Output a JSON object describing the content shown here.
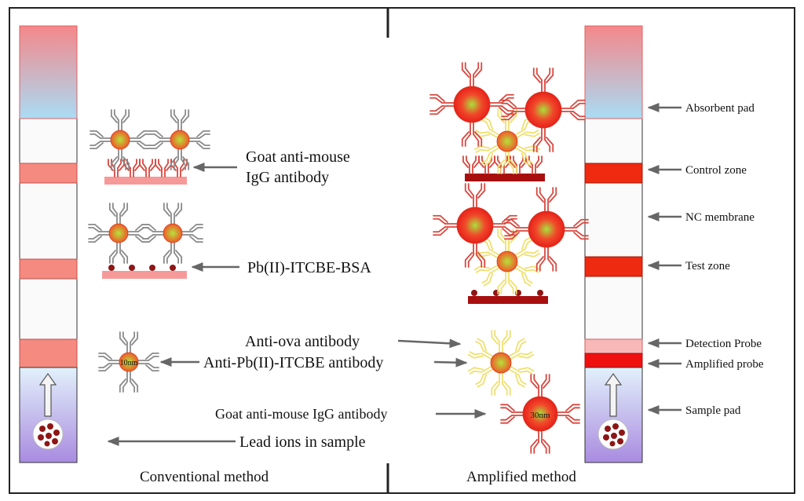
{
  "left_panel": {
    "caption": "Conventional method",
    "labels": {
      "goat_line1": "Goat anti-mouse",
      "goat_line2": "IgG antibody",
      "pb_bsa": "Pb(II)-ITCBE-BSA",
      "anti_ova": "Anti-ova antibody",
      "anti_pb": "Anti-Pb(II)-ITCBE antibody",
      "goat_single": "Goat anti-mouse IgG antibody",
      "lead_ions": "Lead ions in sample"
    },
    "probe_size_label": "10nm"
  },
  "right_panel": {
    "caption": "Amplified method",
    "strip_labels": {
      "absorbent_pad": "Absorbent pad",
      "control_zone": "Control zone",
      "nc_membrane": "NC membrane",
      "test_zone": "Test zone",
      "detection_probe": "Detection Probe",
      "amplified_probe": "Amplified probe",
      "sample_pad": "Sample pad"
    },
    "probe_size_label": "30nm"
  },
  "colors": {
    "band": "#f58a80",
    "band_strong": "#ee2a10",
    "pad_top": "#f4888a",
    "pad_bottom": "#a9dcf5",
    "sample_top": "#dff0fb",
    "sample_bottom": "#a98be0",
    "lead_ion": "#8e1616",
    "antibody_grey": "#8a8a8a",
    "antibody_red": "#d9473f",
    "antibody_yellow": "#f0e070",
    "bar_pink": "#f59a98",
    "bar_dark": "#a81010"
  }
}
